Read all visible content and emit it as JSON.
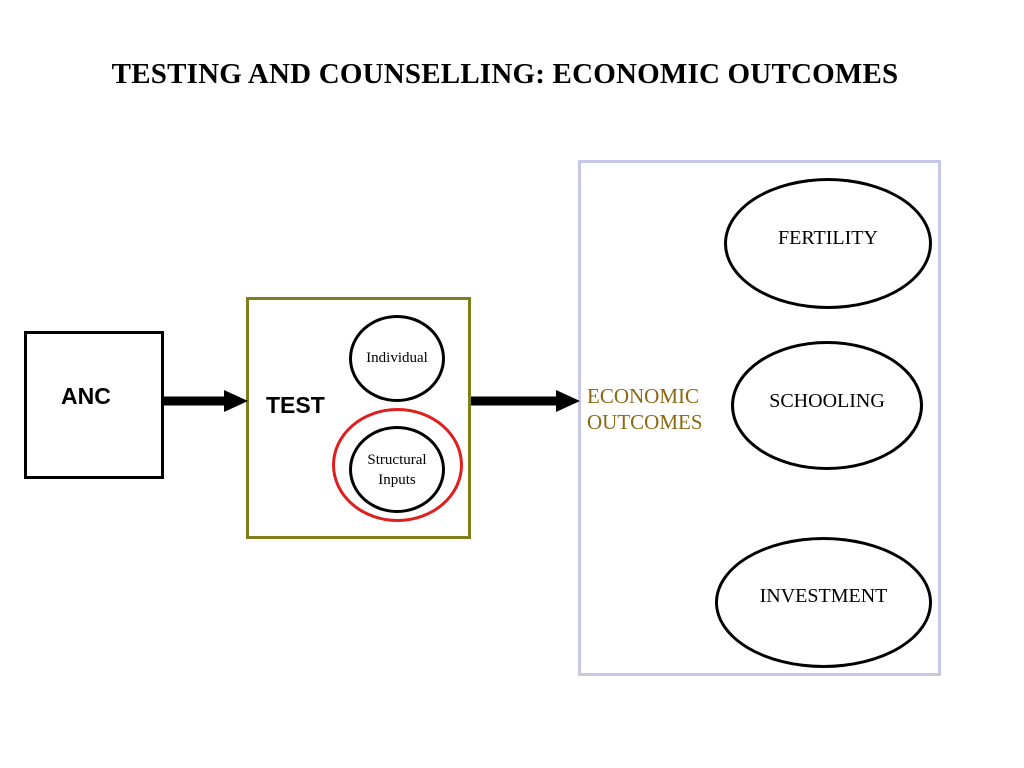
{
  "title": "TESTING AND COUNSELLING: ECONOMIC OUTCOMES",
  "colors": {
    "test_box_border": "#7f7f1a",
    "outcomes_box_border": "#c8c8e6",
    "outcomes_label": "#8b6914",
    "highlight_ring": "#e01e1e",
    "stroke": "#000000"
  },
  "nodes": {
    "anc": "ANC",
    "test": "TEST",
    "individual": "Individual",
    "structural_inputs": "Structural\nInputs",
    "economic_outcomes": "ECONOMIC\nOUTCOMES",
    "fertility": "FERTILITY",
    "schooling": "SCHOOLING",
    "investment": "INVESTMENT"
  },
  "edges": [
    {
      "from": "ANC",
      "to": "TEST"
    },
    {
      "from": "TEST",
      "to": "ECONOMIC OUTCOMES"
    }
  ]
}
